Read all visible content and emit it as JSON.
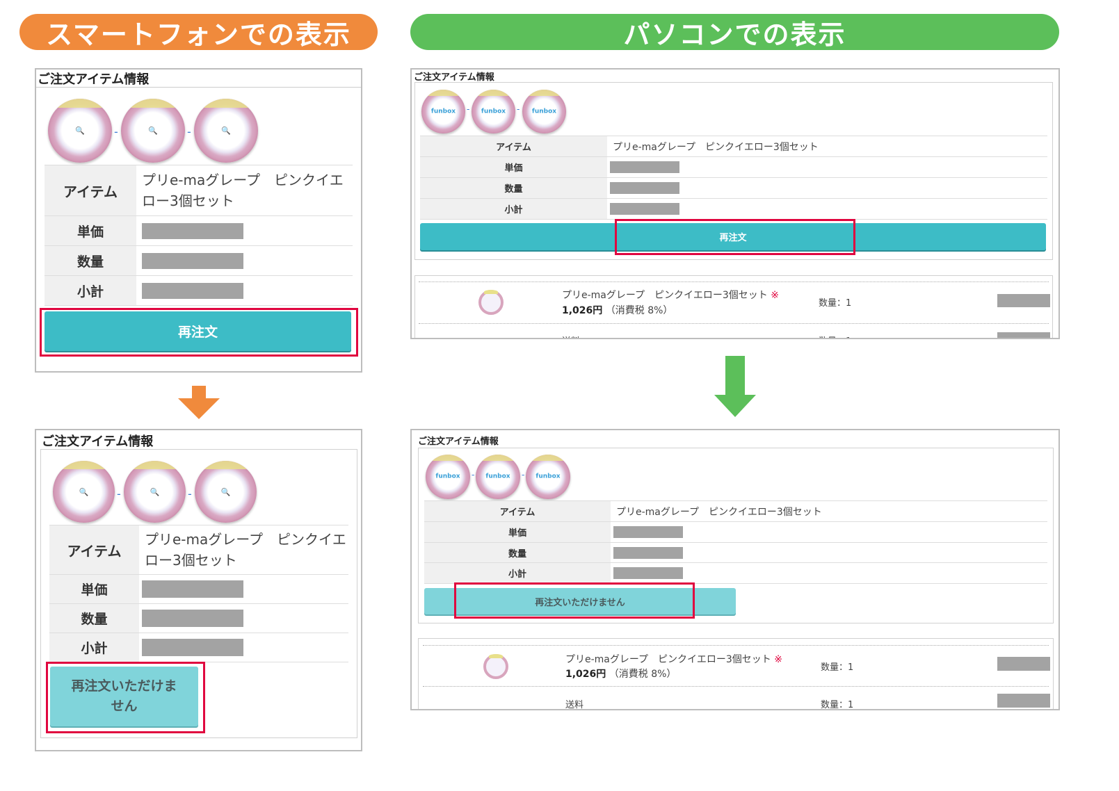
{
  "headers": {
    "smartphone": "スマートフォンでの表示",
    "pc": "パソコンでの表示"
  },
  "colors": {
    "orange": "#f08a3c",
    "green": "#5cbf5a",
    "teal": "#3dbcc6",
    "teal_disabled": "#80d4da",
    "highlight": "#e0063f"
  },
  "section_title": "ご注文アイテム情報",
  "logo_text": "funbox",
  "labels": {
    "item": "アイテム",
    "unit_price": "単価",
    "quantity": "数量",
    "subtotal": "小計"
  },
  "item_name": "プリe-maグレープ　ピンクイエロー3個セット",
  "item_name_sp_line1": "プリe-maグレープ　ピンクイエ",
  "item_name_sp_line2": "ロー3個セット",
  "buttons": {
    "reorder": "再注文",
    "reorder_unavailable": "再注文いただけません",
    "reorder_unavailable_line1": "再注文いただけま",
    "reorder_unavailable_line2": "せん"
  },
  "order_line": {
    "name": "プリe-maグレープ　ピンクイエロー3個セット",
    "mark": "※",
    "price": "1,026円",
    "tax": "（消費税 8%）",
    "qty": "数量：1"
  },
  "shipping": {
    "label": "送料",
    "qty": "数量：1"
  }
}
